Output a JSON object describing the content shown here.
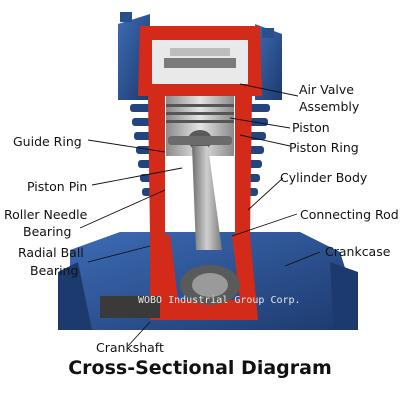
{
  "title": "Cross-Sectional Diagram",
  "watermark": "WOBO Industrial Group Corp.",
  "labels": {
    "air_valve": [
      "Air Valve",
      "Assembly"
    ],
    "piston": "Piston",
    "piston_ring": "Piston Ring",
    "guide_ring": "Guide Ring",
    "piston_pin": "Piston Pin",
    "cylinder_body": "Cylinder Body",
    "roller_needle": [
      "Roller Needle",
      "Bearing"
    ],
    "connecting_rod": "Connecting Rod",
    "radial_ball": [
      "Radial Ball",
      "Bearing"
    ],
    "crankcase": "Crankcase",
    "crankshaft": "Crankshaft"
  },
  "colors": {
    "body_blue": "#2a4f8f",
    "section_red": "#d42a1a",
    "steel": "#9a9a9a",
    "dark_steel": "#4a4a4a"
  }
}
